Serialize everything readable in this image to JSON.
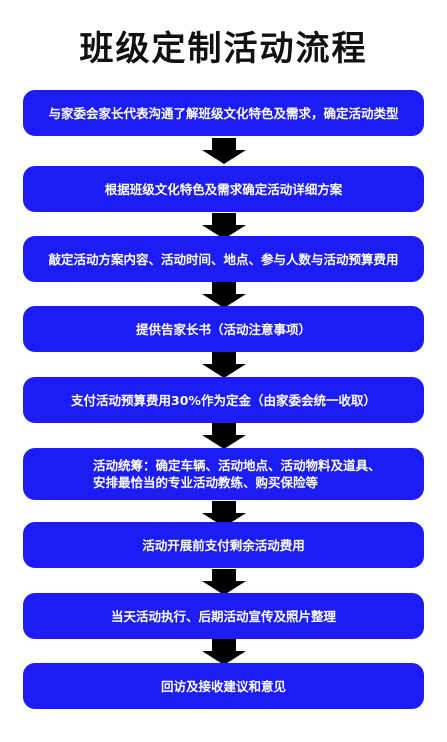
{
  "title": "班级定制活动流程",
  "colors": {
    "box": "#1c1cf5",
    "text": "#ffffff",
    "arrow": "#000000"
  },
  "steps": [
    {
      "text": "与家委会家长代表沟通了解班级文化特色及需求，确定活动类型"
    },
    {
      "text": "根据班级文化特色及需求确定活动详细方案"
    },
    {
      "text": "敲定活动方案内容、活动时间、地点、参与人数与活动预算费用"
    },
    {
      "text": "提供告家长书（活动注意事项）"
    },
    {
      "text": "支付活动预算费用30%作为定金（由家委会统一收取）"
    },
    {
      "text": "活动统筹：确定车辆、活动地点、活动物料及道具、\n安排最恰当的专业活动教练、购买保险等"
    },
    {
      "text": "活动开展前支付剩余活动费用"
    },
    {
      "text": "当天活动执行、后期活动宣传及照片整理"
    },
    {
      "text": "回访及接收建议和意见"
    }
  ],
  "arrow_icon": "down-arrow-icon"
}
